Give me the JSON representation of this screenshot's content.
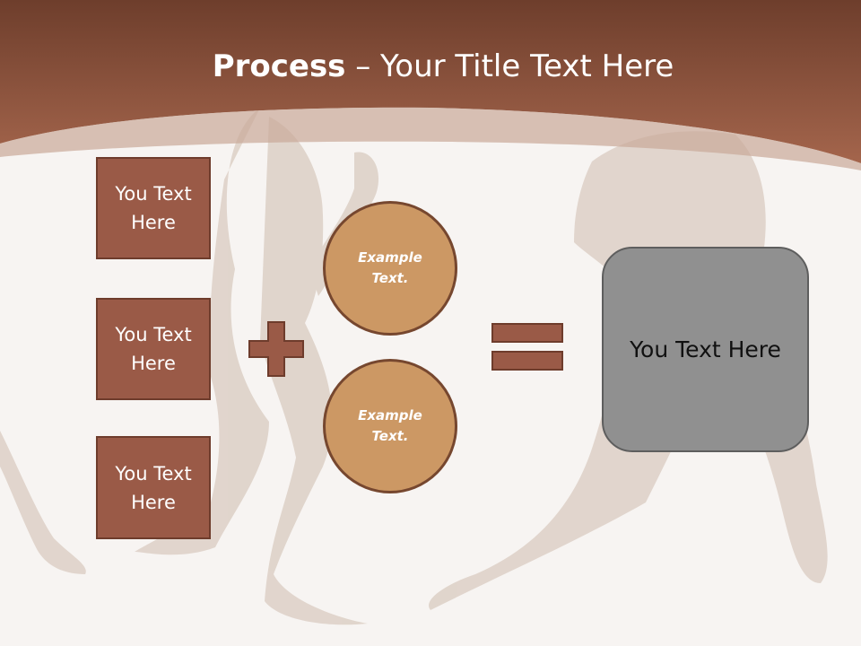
{
  "slide": {
    "title_bold": "Process",
    "title_rest": " – Your Title Text Here",
    "left_boxes": [
      {
        "label": "You Text Here"
      },
      {
        "label": "You Text Here"
      },
      {
        "label": "You Text Here"
      }
    ],
    "circles": [
      {
        "label": "Example Text."
      },
      {
        "label": "Example Text."
      }
    ],
    "result_label": "You Text Here"
  },
  "colors": {
    "header_brown": "#8a4e3a",
    "box_fill": "#9a5a47",
    "circle_fill": "#cc9864",
    "result_fill": "#909090",
    "background": "#f7f4f2"
  },
  "icons": {
    "plus": "plus-sign-icon",
    "equals": "equals-sign-icon"
  }
}
